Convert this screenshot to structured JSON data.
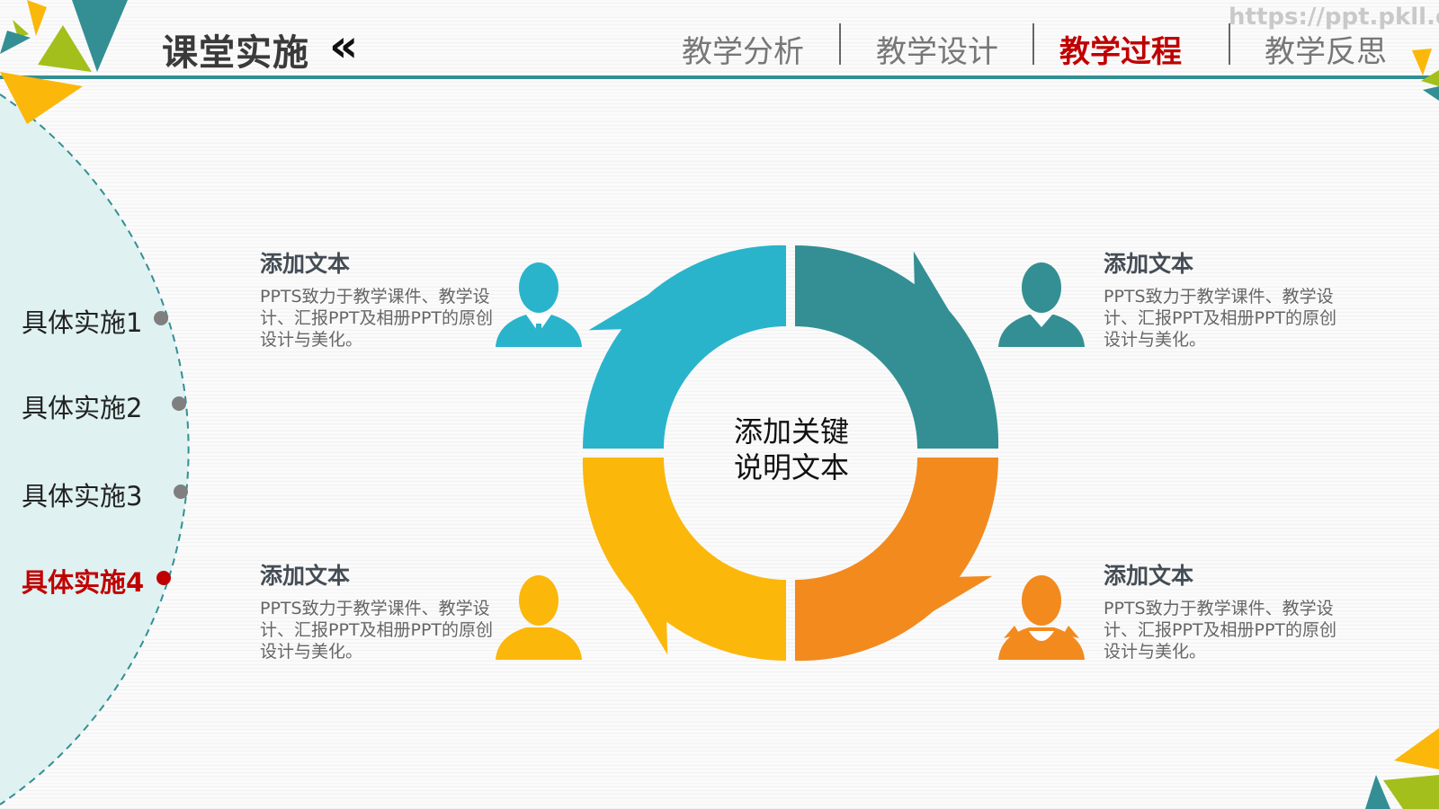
{
  "header": {
    "title": "课堂实施",
    "chevron": "«",
    "watermark": "https://ppt.pkll.de",
    "tabs": [
      {
        "label": "教学分析",
        "active": false
      },
      {
        "label": "教学设计",
        "active": false
      },
      {
        "label": "教学过程",
        "active": true
      },
      {
        "label": "教学反思",
        "active": false
      }
    ]
  },
  "sidebar": {
    "items": [
      {
        "label": "具体实施1",
        "active": false
      },
      {
        "label": "具体实施2",
        "active": false
      },
      {
        "label": "具体实施3",
        "active": false
      },
      {
        "label": "具体实施4",
        "active": true
      }
    ]
  },
  "diagram": {
    "center_text_line1": "添加关键",
    "center_text_line2": "说明文本",
    "blocks": [
      {
        "heading": "添加文本",
        "text": "PPTS致力于教学课件、教学设计、汇报PPT及相册PPT的原创设计与美化。",
        "icon": "businessman-icon",
        "color": "#29b4cc"
      },
      {
        "heading": "添加文本",
        "text": "PPTS致力于教学课件、教学设计、汇报PPT及相册PPT的原创设计与美化。",
        "icon": "man-icon",
        "color": "#338f93"
      },
      {
        "heading": "添加文本",
        "text": "PPTS致力于教学课件、教学设计、汇报PPT及相册PPT的原创设计与美化。",
        "icon": "person-icon",
        "color": "#fbb70a"
      },
      {
        "heading": "添加文本",
        "text": "PPTS致力于教学课件、教学设计、汇报PPT及相册PPT的原创设计与美化。",
        "icon": "woman-icon",
        "color": "#f28a1e"
      }
    ]
  },
  "colors": {
    "accent_teal": "#338f93",
    "active_red": "#c00000",
    "green": "#a3bf1c",
    "yellow": "#fbb70a"
  }
}
